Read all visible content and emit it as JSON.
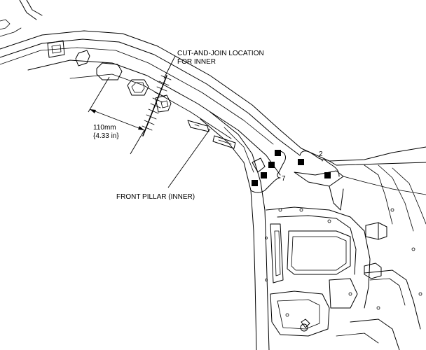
{
  "labels": {
    "cut_join_line1": "CUT-AND-JOIN LOCATION",
    "cut_join_line2": "FOR INNER",
    "dimension_mm": "110mm",
    "dimension_in": "{4.33 in}",
    "front_pillar": "FRONT PILLAR (INNER)",
    "callout_2": "2",
    "callout_7": "7"
  },
  "colors": {
    "line": "#000000",
    "background": "#ffffff"
  },
  "marker_counts": {
    "group_2": 2,
    "group_7": 4
  }
}
